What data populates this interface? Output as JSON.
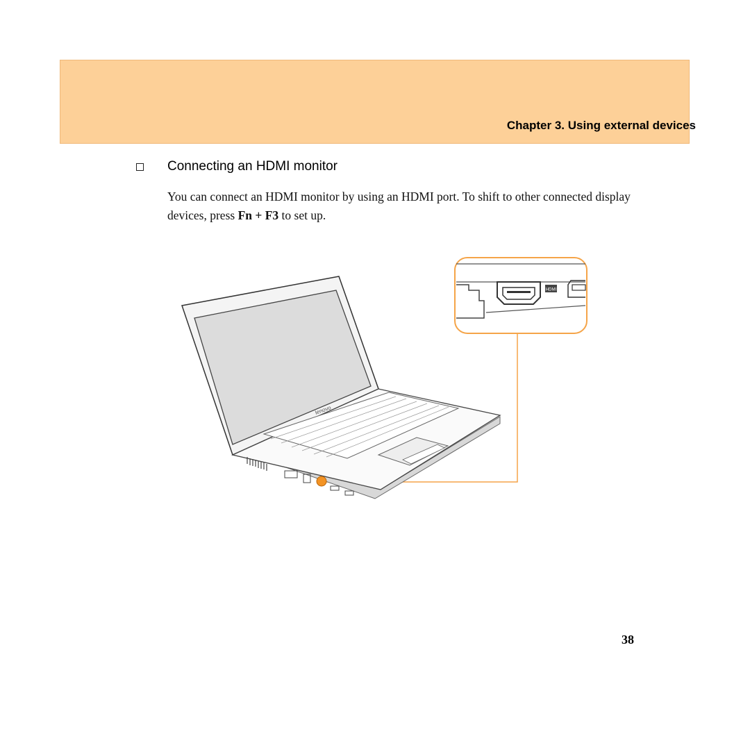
{
  "header": {
    "chapter_title": "Chapter 3. Using external devices"
  },
  "section": {
    "heading": "Connecting an HDMI monitor"
  },
  "body": {
    "text_before": "You can connect an HDMI monitor by using an HDMI port. To shift to other connected display devices, press ",
    "key_combo": "Fn + F3",
    "text_after": " to set up."
  },
  "figure": {
    "brand_text": "lenovo",
    "port_label": "HDMI",
    "highlight_color": "#f39324",
    "callout_color": "#f5a448"
  },
  "footer": {
    "page_number": "38"
  }
}
